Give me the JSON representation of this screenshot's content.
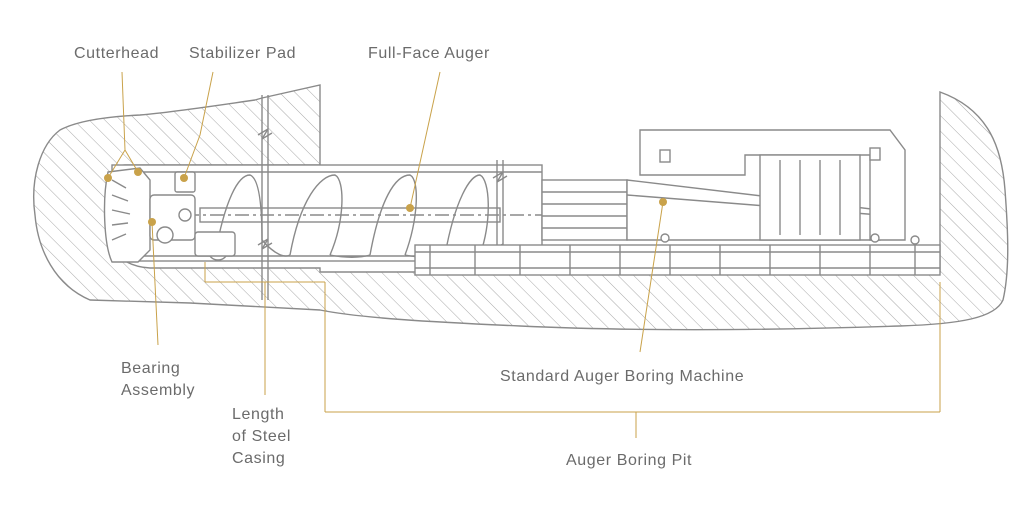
{
  "diagram": {
    "labels": {
      "cutterhead": "Cutterhead",
      "stabilizer_pad": "Stabilizer Pad",
      "full_face_auger": "Full-Face Auger",
      "bearing_assembly": [
        "Bearing",
        "Assembly"
      ],
      "length_of_steel_casing": [
        "Length",
        "of Steel",
        "Casing"
      ],
      "standard_auger_boring_machine": "Standard Auger Boring Machine",
      "auger_boring_pit": "Auger Boring Pit"
    },
    "colors": {
      "line": "#8a8a8a",
      "hatch": "#a8a8a8",
      "leader": "#c9a24a",
      "text": "#6b6b6b",
      "background": "#ffffff"
    }
  }
}
